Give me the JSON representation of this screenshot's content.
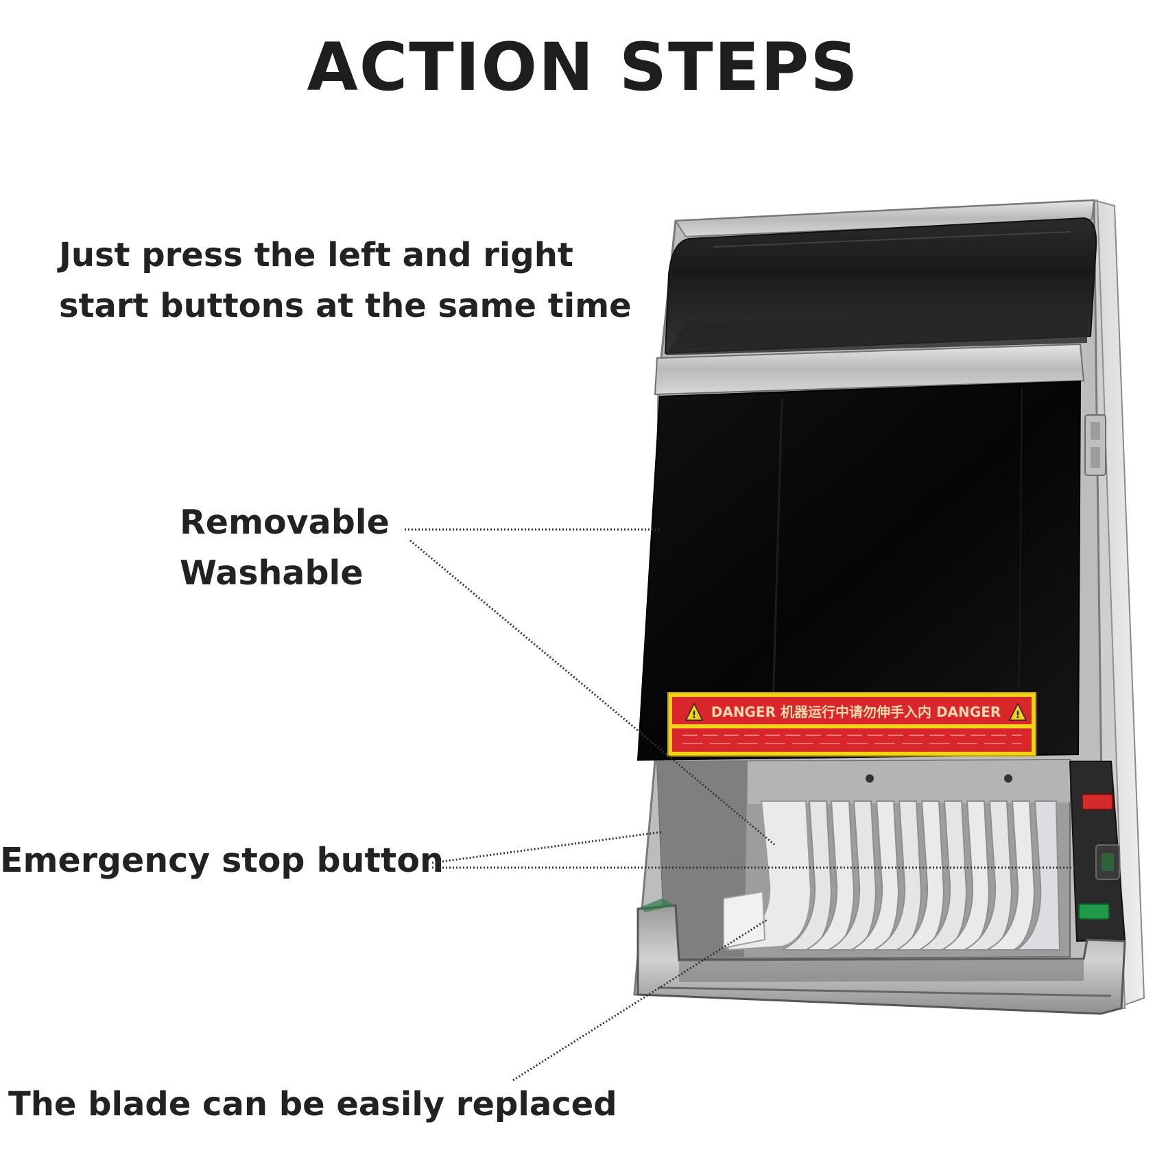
{
  "title": "ACTION STEPS",
  "captions": {
    "start_line1": "Just press the left and right",
    "start_line2": "start buttons at the same time",
    "washable_line1": "Removable",
    "washable_line2": "Washable",
    "emergency": "Emergency stop button",
    "blade": "The blade can be easily replaced"
  },
  "machine": {
    "danger_label": "DANGER 机器运行中请勿伸手入内 DANGER",
    "colors": {
      "stainless": "#c9c9c9",
      "black_panel": "#0b0b0b",
      "danger_red": "#d8262a",
      "danger_yellow": "#f2d21a",
      "stop_red": "#d52a2a",
      "start_green": "#1f9a4a",
      "blade_white": "#e9eaec"
    }
  }
}
